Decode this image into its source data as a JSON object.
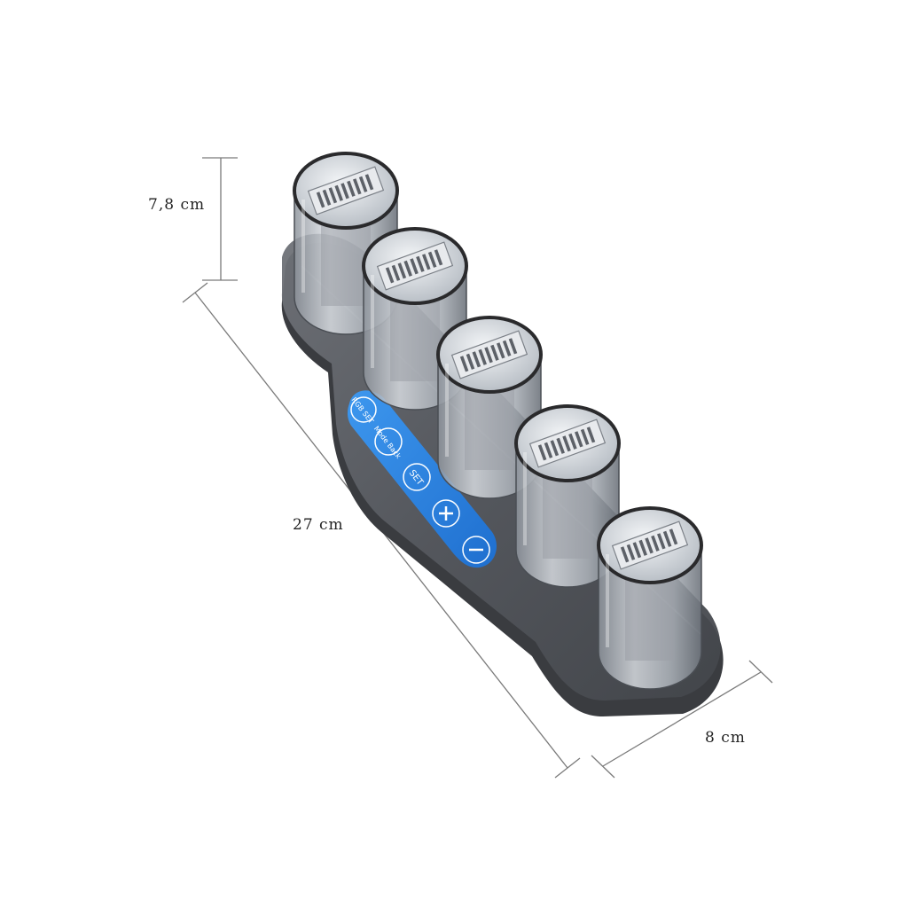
{
  "dimensions": {
    "height": "7,8 cm",
    "length": "27 cm",
    "width": "8 cm"
  },
  "control_panel": {
    "buttons": [
      {
        "label": "RGB SET",
        "icon": "rgb-set-icon"
      },
      {
        "label": "Mode Back",
        "icon": "mode-back-icon"
      },
      {
        "label": "SET",
        "icon": "set-icon"
      },
      {
        "label": "+",
        "icon": "plus-icon"
      },
      {
        "label": "−",
        "icon": "minus-icon"
      }
    ],
    "accent_color": "#2f86e0"
  },
  "tubes": {
    "count": 5
  },
  "colors": {
    "base": "#5a5d63",
    "base_edge": "#3a3c40",
    "glass": "#c9ced4",
    "tube_rim": "#2a2a2c",
    "dimension_line": "#7a7a7a"
  }
}
